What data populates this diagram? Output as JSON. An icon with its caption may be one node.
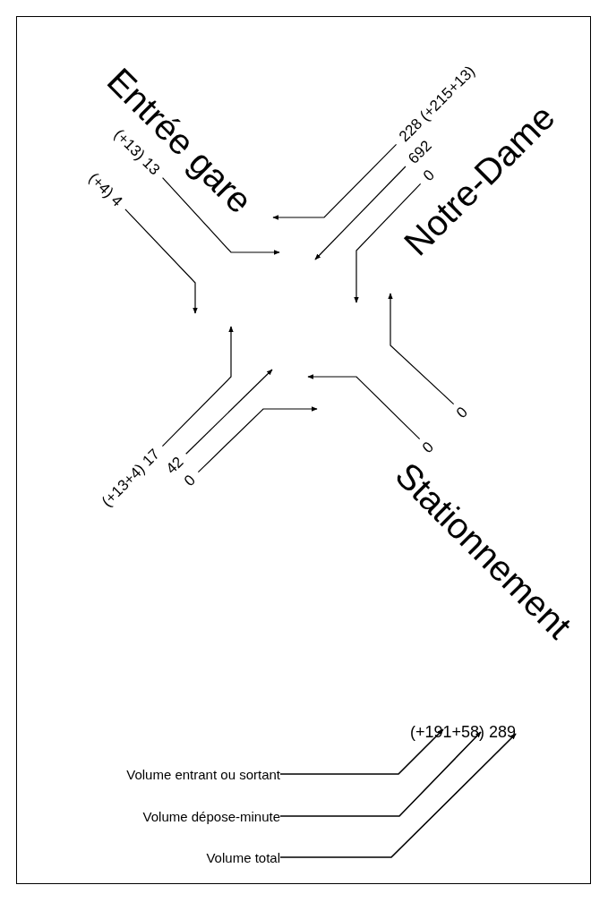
{
  "diagram": {
    "nodes": [
      {
        "text": [
          "(+13) 13"
        ]
      },
      {
        "text": [
          "(+4) 4"
        ]
      },
      {
        "text": [
          "228 (+215+13)"
        ]
      },
      {
        "text": [
          "692"
        ]
      },
      {
        "text": [
          "0"
        ]
      },
      {
        "text": [
          "0"
        ]
      },
      {
        "text": [
          "0"
        ]
      },
      {
        "text": [
          "(+13+4) 17"
        ]
      },
      {
        "text": [
          "42"
        ]
      },
      {
        "text": [
          "0"
        ]
      },
      {
        "text": [
          "(+191+58) 289"
        ]
      },
      {
        "text": [
          "Volume entrant ou sortant"
        ]
      },
      {
        "text": [
          "Volume dépose-minute"
        ]
      },
      {
        "text": [
          "Volume total"
        ]
      }
    ],
    "edges": [
      {
        "from": 0,
        "to": null,
        "arrow": "to"
      },
      {
        "from": 1,
        "to": null,
        "arrow": "to"
      },
      {
        "from": 2,
        "to": null,
        "arrow": "to"
      },
      {
        "from": 3,
        "to": null,
        "arrow": "to"
      },
      {
        "from": 4,
        "to": null,
        "arrow": "to"
      },
      {
        "from": 5,
        "to": null,
        "arrow": "to"
      },
      {
        "from": 6,
        "to": null,
        "arrow": "to"
      },
      {
        "from": 7,
        "to": null,
        "arrow": "to"
      },
      {
        "from": 8,
        "to": null,
        "arrow": "to"
      },
      {
        "from": 9,
        "to": null,
        "arrow": "to"
      },
      {
        "from": 11,
        "to": 10,
        "arrow": "to"
      },
      {
        "from": 12,
        "to": 10,
        "arrow": "to"
      },
      {
        "from": 13,
        "to": 10,
        "arrow": "to"
      }
    ],
    "labels": [
      "Entrée gare",
      "Notre-Dame",
      "Stationnement"
    ]
  }
}
